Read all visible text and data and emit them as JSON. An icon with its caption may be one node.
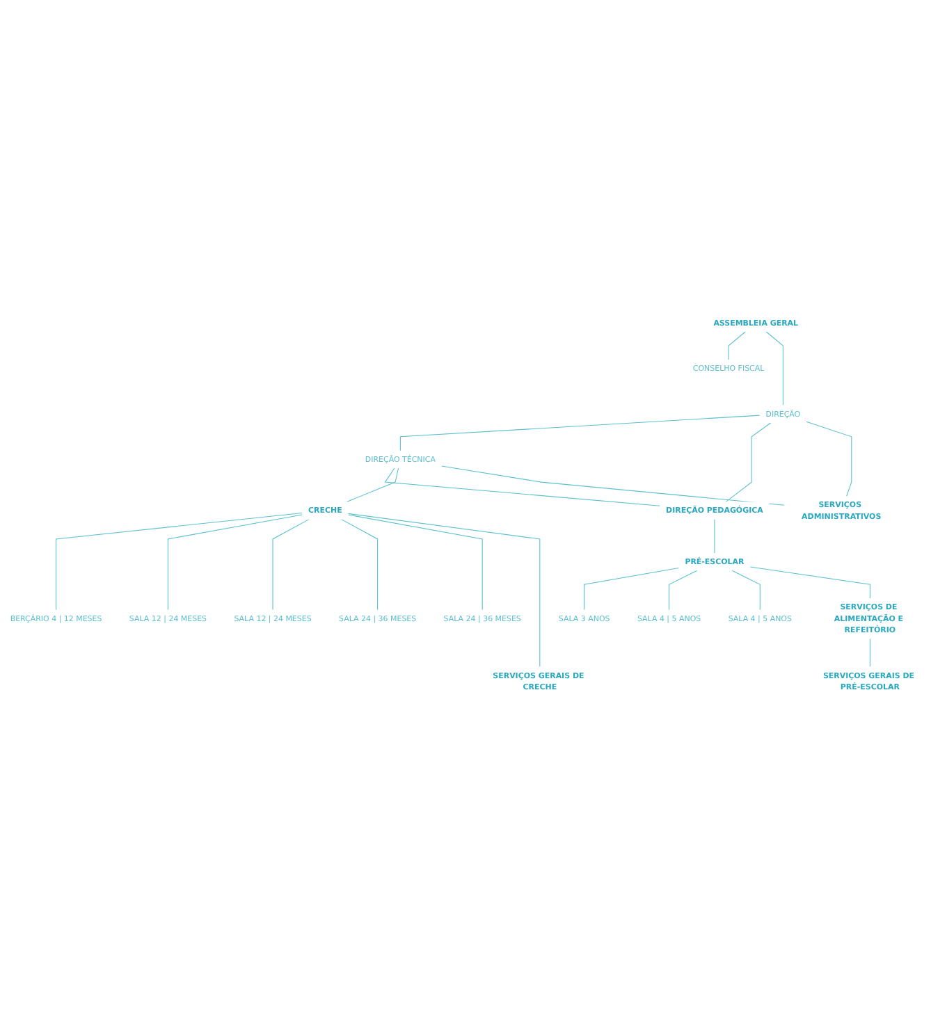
{
  "diagram": {
    "nodes": [
      {
        "text": [
          "ASSEMBLEIA GERAL"
        ]
      },
      {
        "text": [
          "CONSELHO FISCAL"
        ]
      },
      {
        "text": [
          "DIREÇÃO"
        ]
      },
      {
        "text": [
          "DIREÇÃO TÉCNICA"
        ]
      },
      {
        "text": [
          "DIREÇÃO PEDAGÓGICA"
        ]
      },
      {
        "text": [
          "CRECHE"
        ]
      },
      {
        "text": [
          "SERVIÇOS ADMINISTRATIVOS"
        ]
      },
      {
        "text": [
          "PRÉ-ESCOLAR"
        ]
      },
      {
        "text": [
          "SALA 3 ANOS"
        ]
      },
      {
        "text": [
          "SALA 4 | 5 ANOS"
        ]
      },
      {
        "text": [
          "SALA 4 | 5 ANOS"
        ]
      },
      {
        "text": [
          "BERÇÁRIO 4 | 12 MESES"
        ]
      },
      {
        "text": [
          "SALA 12 | 24 MESES"
        ]
      },
      {
        "text": [
          "SALA 12 | 24 MESES"
        ]
      },
      {
        "text": [
          "SALA 24 | 36 MESES"
        ]
      },
      {
        "text": [
          "SALA 24 | 36 MESES"
        ]
      },
      {
        "text": [
          "SERVIÇOS DE ALIMENTAÇÃO E REFEITÓRIO"
        ]
      },
      {
        "text": [
          "SERVIÇOS GERAIS DE CRECHE"
        ]
      },
      {
        "text": [
          "SERVIÇOS GERAIS DE PRÉ-ESCOLAR"
        ]
      }
    ],
    "edges": [
      {
        "from": 0,
        "to": 1,
        "arrow": "none"
      },
      {
        "from": 0,
        "to": 2,
        "arrow": "none"
      },
      {
        "from": 2,
        "to": 3,
        "arrow": "none"
      },
      {
        "from": 2,
        "to": 4,
        "arrow": "none"
      },
      {
        "from": 2,
        "to": 6,
        "arrow": "none"
      },
      {
        "from": 3,
        "to": 4,
        "arrow": "none"
      },
      {
        "from": 3,
        "to": 5,
        "arrow": "none"
      },
      {
        "from": 3,
        "to": 6,
        "arrow": "none"
      },
      {
        "from": 4,
        "to": 7,
        "arrow": "none"
      },
      {
        "from": 7,
        "to": 8,
        "arrow": "none"
      },
      {
        "from": 7,
        "to": 9,
        "arrow": "none"
      },
      {
        "from": 7,
        "to": 10,
        "arrow": "none"
      },
      {
        "from": 7,
        "to": 16,
        "arrow": "none"
      },
      {
        "from": 16,
        "to": 18,
        "arrow": "none"
      },
      {
        "from": 5,
        "to": 11,
        "arrow": "none"
      },
      {
        "from": 5,
        "to": 12,
        "arrow": "none"
      },
      {
        "from": 5,
        "to": 13,
        "arrow": "none"
      },
      {
        "from": 5,
        "to": 14,
        "arrow": "none"
      },
      {
        "from": 5,
        "to": 15,
        "arrow": "none"
      },
      {
        "from": 5,
        "to": 17,
        "arrow": "none"
      }
    ]
  }
}
